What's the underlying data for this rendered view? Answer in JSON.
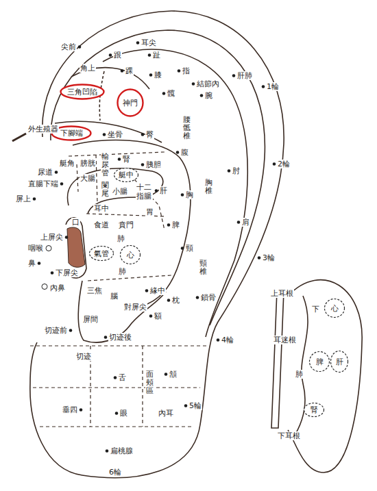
{
  "diagram": {
    "nodes": [
      {
        "text": [
          "三角凹陷"
        ]
      },
      {
        "text": [
          "神門"
        ]
      },
      {
        "text": [
          "下腳端"
        ]
      },
      {
        "text": [
          "艇中"
        ]
      },
      {
        "text": [
          "氣管"
        ]
      },
      {
        "text": [
          "心"
        ]
      },
      {
        "text": [
          "心"
        ]
      },
      {
        "text": [
          "脾"
        ]
      },
      {
        "text": [
          "肝"
        ]
      },
      {
        "text": [
          "腎"
        ]
      }
    ],
    "labels": [
      "耳尖",
      "尖前",
      "跟",
      "趾",
      "指",
      "角上",
      "踝",
      "膝",
      "結節內",
      "肝肺",
      "1輪",
      "髖",
      "腕",
      "外生殖器",
      "腰骶椎",
      "坐骨",
      "臀",
      "2輪",
      "肘",
      "腹",
      "尿道",
      "艇角",
      "膀胱",
      "輸尿管",
      "腎",
      "胰胆",
      "直腸下端",
      "大腸",
      "闌尾",
      "小腸",
      "十二指腸",
      "肝",
      "胸",
      "胸椎",
      "屏上",
      "耳中",
      "胃",
      "口",
      "食道",
      "賁門",
      "脾",
      "肩",
      "上屏尖",
      "咽喉",
      "肺",
      "頸",
      "頸椎",
      "3輪",
      "鼻",
      "下屏尖",
      "內鼻",
      "肺",
      "三焦",
      "腦",
      "緣中",
      "對屏尖",
      "枕",
      "鎖骨",
      "屏間",
      "額",
      "切迹前",
      "切迹後",
      "4輪",
      "切迹",
      "舌",
      "頷",
      "面頰區",
      "垂四",
      "眼",
      "內耳",
      "5輪",
      "扁桃腺",
      "6輪",
      "上耳根",
      "下",
      "耳迷根",
      "肺",
      "下耳根"
    ]
  }
}
